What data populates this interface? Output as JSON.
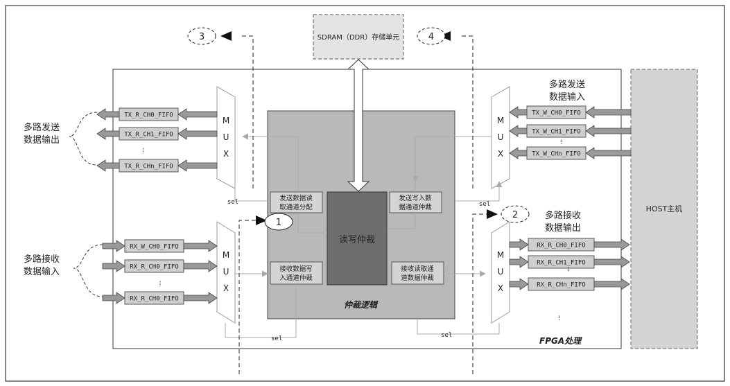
{
  "sdram_label": "SDRAM（DDR）存储单元",
  "host_label": "HOST主机",
  "fpga_label": "FPGA处理",
  "arbiter_label": "仲裁逻辑",
  "rw_arbiter_label": "读写仲裁",
  "mux_letters": [
    "M",
    "U",
    "X"
  ],
  "sel_label": "sel",
  "ellipsis": "⁝",
  "callouts": [
    "1",
    "2",
    "3",
    "4"
  ],
  "left_tx": {
    "group_label_line1": "多路发送",
    "group_label_line2": "数据输出",
    "fifos": [
      "TX_R_CH0_FIFO",
      "TX_R_CH1_FIFO",
      "TX_R_CHn_FIFO"
    ]
  },
  "left_rx": {
    "group_label_line1": "多路接收",
    "group_label_line2": "数据输入",
    "fifos": [
      "RX_W_CH0_FIFO",
      "RX_R_CH0_FIFO",
      "RX_R_CH0_FIFO"
    ]
  },
  "right_tx": {
    "group_label_line1": "多路发送",
    "group_label_line2": "数据输入",
    "fifos": [
      "TX_W_CH0_FIFO",
      "TX_W_CH1_FIFO",
      "TX_W_CHn_FIFO"
    ]
  },
  "right_rx": {
    "group_label_line1": "多路接收",
    "group_label_line2": "数据输出",
    "fifos": [
      "RX_R_CH0_FIFO",
      "RX_R_CH1_FIFO",
      "RX_R_CHn_FIFO"
    ]
  },
  "sub_blocks": {
    "tx_read_line1": "发送数据读",
    "tx_read_line2": "取通道分配",
    "tx_write_line1": "发送写入数",
    "tx_write_line2": "据通道仲裁",
    "rx_write_line1": "接收数据写",
    "rx_write_line2": "入通道仲裁",
    "rx_read_line1": "接收读取通",
    "rx_read_line2": "道数据仲裁"
  }
}
